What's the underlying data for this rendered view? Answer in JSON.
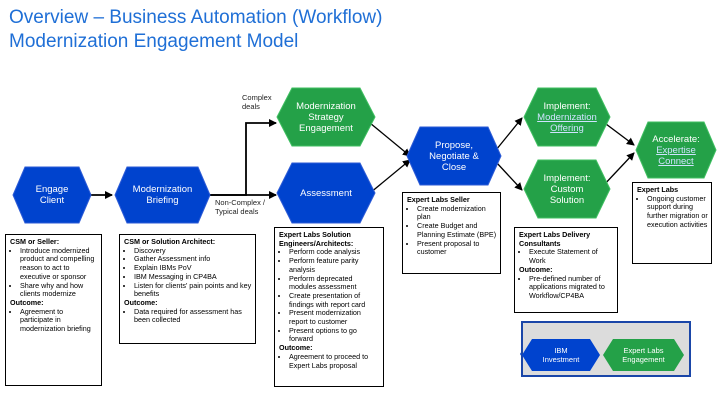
{
  "title": {
    "line1": "Overview – Business Automation (Workflow)",
    "line2": "Modernization Engagement Model"
  },
  "colors": {
    "blue": "#0043ce",
    "green": "#24a148",
    "title": "#1f6fd6"
  },
  "nodes": {
    "engage": {
      "label": "Engage\nClient"
    },
    "briefing": {
      "label": "Modernization\nBriefing"
    },
    "strategy": {
      "label": "Modernization\nStrategy\nEngagement"
    },
    "assessment": {
      "label": "Assessment"
    },
    "propose": {
      "label": "Propose,\nNegotiate &\nClose"
    },
    "implement_offering": {
      "label": "Implement:",
      "link": "Modernization\nOffering"
    },
    "implement_custom": {
      "label": "Implement:\nCustom\nSolution"
    },
    "accelerate": {
      "label": "Accelerate:",
      "link": "Expertise\nConnect"
    }
  },
  "edge_labels": {
    "complex": "Complex\ndeals",
    "noncomplex": "Non-Complex /\nTypical deals"
  },
  "boxes": {
    "csm": {
      "heading": "CSM or Seller:",
      "items": [
        "Introduce modernized product and compelling reason to act to executive or sponsor",
        "Share why and how clients modernize"
      ],
      "outcome_label": "Outcome:",
      "outcome_items": [
        "Agreement to participate in modernization briefing"
      ]
    },
    "architect": {
      "heading": "CSM or Solution Architect:",
      "items": [
        "Discovery",
        "Gather Assessment info",
        "Explain IBMs PoV",
        "IBM Messaging in CP4BA",
        "Listen for clients’ pain points and key benefits"
      ],
      "outcome_label": "Outcome:",
      "outcome_items": [
        "Data required for assessment has been collected"
      ]
    },
    "solution_engineers": {
      "heading": "Expert Labs Solution Engineers/Architects:",
      "items": [
        "Perform code analysis",
        "Perform feature parity analysis",
        "Perform deprecated modules assessment",
        "Create presentation of findings with report card",
        "Present modernization report to customer",
        "Present options to go forward"
      ],
      "outcome_label": "Outcome:",
      "outcome_items": [
        "Agreement to proceed to Expert Labs proposal"
      ]
    },
    "seller": {
      "heading": "Expert Labs Seller",
      "items": [
        "Create modernization plan",
        "Create Budget and Planning Estimate (BPE)",
        "Present proposal to customer"
      ]
    },
    "delivery": {
      "heading": "Expert Labs Delivery Consultants",
      "items": [
        "Execute Statement of Work"
      ],
      "outcome_label": "Outcome:",
      "outcome_items": [
        "Pre-defined number of applications migrated to Workflow/CP4BA"
      ]
    },
    "expert_labs": {
      "heading": "Expert Labs",
      "items": [
        "Ongoing customer support during further migration or execution activities"
      ]
    }
  },
  "legend": {
    "ibm": "IBM\nInvestment",
    "expert": "Expert Labs\nEngagement"
  }
}
